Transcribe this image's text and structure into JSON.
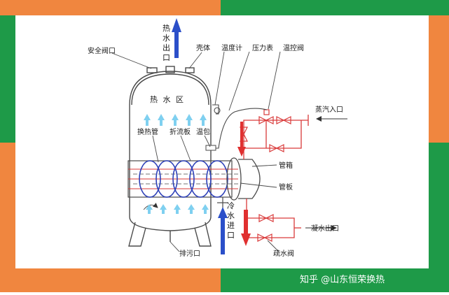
{
  "colors": {
    "frame_orange": "#F0863F",
    "frame_green": "#1E9A48",
    "line": "#4a4a4a",
    "pipe_red": "#D93A3A",
    "arrow_blue": "#2B4FC9",
    "arrow_red": "#E03030",
    "tube_blue": "#2D40B8",
    "cyan": "#7FD0F0"
  },
  "labels": {
    "hot_water_outlet": [
      "热",
      "水",
      "出",
      "口"
    ],
    "safety_valve": "安全阀口",
    "shell": "壳体",
    "thermometer": "温度计",
    "pressure_gauge": "压力表",
    "temp_control_valve": "温控阀",
    "hot_water_zone": "热 水 区",
    "steam_inlet": "蒸汽入口",
    "heat_exchange_tube": "换热管",
    "baffle": "折流板",
    "temp_bulb": "温包",
    "tube_box": "管箱",
    "tube_plate": "管板",
    "cold_water_inlet": [
      "冷",
      "水",
      "进",
      "口"
    ],
    "condensate_outlet": "凝水出口",
    "drain_port": "排污口",
    "steam_trap": "疏水阀"
  },
  "watermark": "知乎 @山东恒荣换热"
}
